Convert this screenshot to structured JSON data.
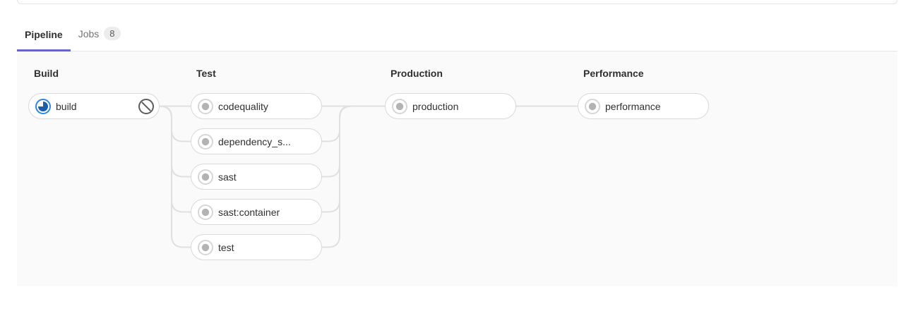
{
  "tabs": [
    {
      "label": "Pipeline",
      "badge": null,
      "active": true
    },
    {
      "label": "Jobs",
      "badge": "8",
      "active": false
    }
  ],
  "pipeline": {
    "stages": [
      {
        "name": "Build",
        "jobs": [
          {
            "label": "build",
            "status": "running",
            "action": "cancel"
          }
        ]
      },
      {
        "name": "Test",
        "jobs": [
          {
            "label": "codequality",
            "status": "created"
          },
          {
            "label": "dependency_s...",
            "status": "created"
          },
          {
            "label": "sast",
            "status": "created"
          },
          {
            "label": "sast:container",
            "status": "created"
          },
          {
            "label": "test",
            "status": "created"
          }
        ]
      },
      {
        "name": "Production",
        "jobs": [
          {
            "label": "production",
            "status": "created"
          }
        ]
      },
      {
        "name": "Performance",
        "jobs": [
          {
            "label": "performance",
            "status": "created"
          }
        ]
      }
    ]
  },
  "icons": {
    "running": "running-status-icon",
    "created": "created-status-icon",
    "cancel": "cancel-job-icon"
  },
  "colors": {
    "accent": "#6666c4",
    "running_ring": "#2e87e0",
    "running_fill": "#1b5fa8",
    "created_ring": "#d6d6d6",
    "created_dot": "#b3b3b3",
    "cancel_gray": "#5c5c5c",
    "connector": "#e0e0e0",
    "graph_bg": "#fafafa"
  }
}
